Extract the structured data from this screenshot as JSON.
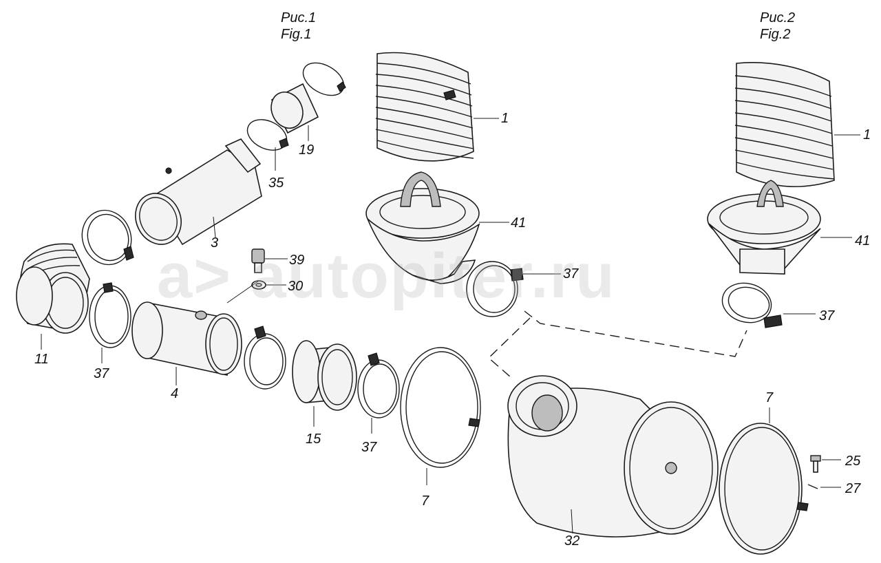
{
  "figures": [
    {
      "title_ru": "Рис.1",
      "title_en": "Fig.1"
    },
    {
      "title_ru": "Рис.2",
      "title_en": "Fig.2"
    }
  ],
  "watermark": {
    "text": "autopiter.ru",
    "logo": "a>"
  },
  "callouts": {
    "fig1_1": "1",
    "fig1_41": "41",
    "fig1_37_top": "37",
    "fig1_19": "19",
    "fig1_35": "35",
    "fig1_3": "3",
    "fig1_39": "39",
    "fig1_30": "30",
    "fig1_11": "11",
    "fig1_37_left": "37",
    "fig1_4": "4",
    "fig1_15": "15",
    "fig1_37_mid": "37",
    "fig1_7": "7",
    "fig1_32": "32",
    "fig1_7_right": "7",
    "fig1_25": "25",
    "fig1_27": "27",
    "fig2_1": "1",
    "fig2_41": "41",
    "fig2_37": "37"
  }
}
